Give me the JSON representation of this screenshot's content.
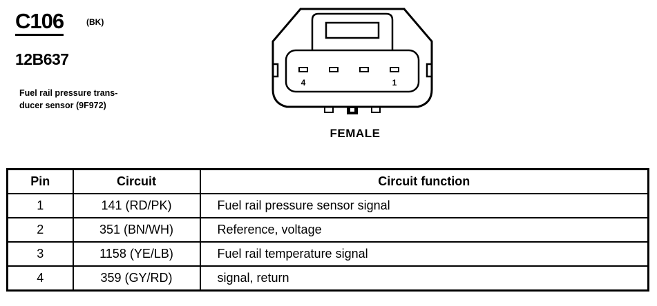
{
  "connector": {
    "id": "C106",
    "color_code": "(BK)",
    "part_number": "12B637",
    "description_lines": [
      "Fuel rail pressure trans-",
      "ducer sensor (9F972)"
    ],
    "gender": "FEMALE",
    "pin_labels": {
      "left": "4",
      "right": "1"
    }
  },
  "table": {
    "headers": [
      "Pin",
      "Circuit",
      "Circuit function"
    ],
    "rows": [
      {
        "pin": "1",
        "circuit": "141 (RD/PK)",
        "function": "Fuel rail pressure sensor signal"
      },
      {
        "pin": "2",
        "circuit": "351 (BN/WH)",
        "function": "Reference, voltage"
      },
      {
        "pin": "3",
        "circuit": "1158 (YE/LB)",
        "function": "Fuel rail temperature signal"
      },
      {
        "pin": "4",
        "circuit": "359 (GY/RD)",
        "function": "signal, return"
      }
    ]
  }
}
